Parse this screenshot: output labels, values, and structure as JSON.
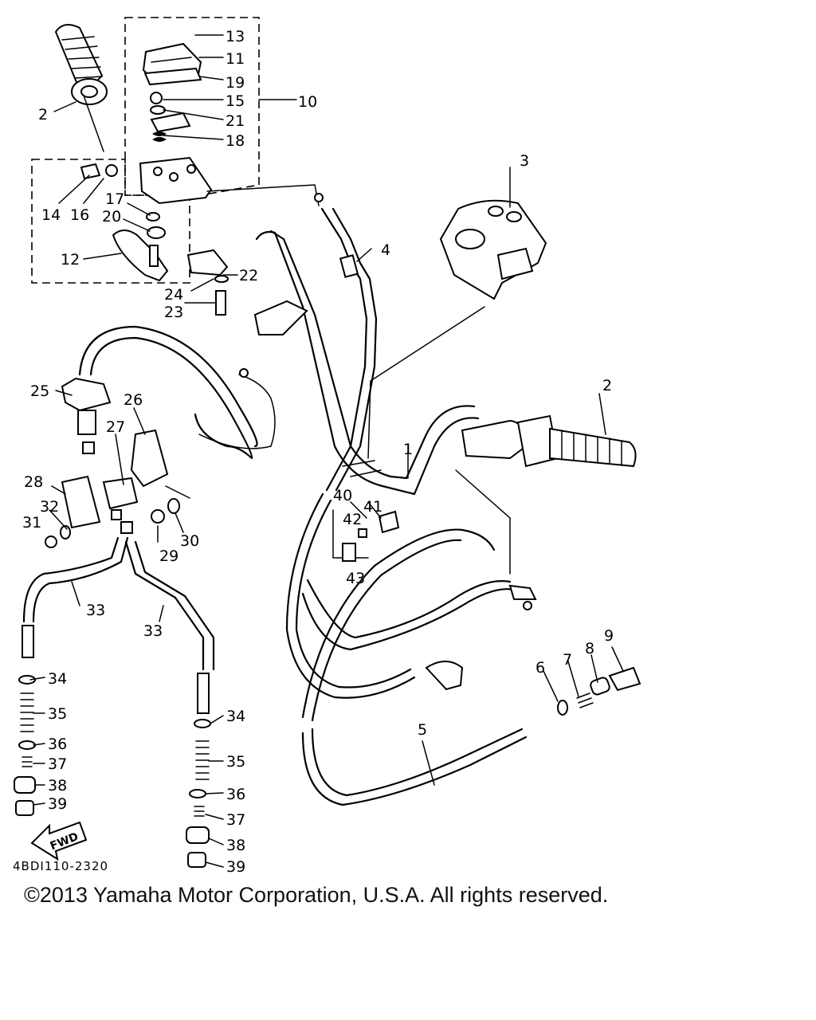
{
  "diagram": {
    "callouts": [
      "1",
      "2",
      "2",
      "3",
      "4",
      "5",
      "6",
      "7",
      "8",
      "9",
      "10",
      "11",
      "12",
      "13",
      "14",
      "15",
      "16",
      "17",
      "18",
      "19",
      "20",
      "21",
      "22",
      "23",
      "24",
      "25",
      "26",
      "27",
      "28",
      "29",
      "30",
      "31",
      "32",
      "33",
      "33",
      "34",
      "34",
      "35",
      "35",
      "36",
      "36",
      "37",
      "37",
      "38",
      "38",
      "39",
      "39",
      "40",
      "41",
      "42",
      "43"
    ],
    "fwd_label": "FWD",
    "drawing_code": "4BDI110-2320"
  },
  "copyright": "©2013 Yamaha Motor Corporation, U.S.A. All rights reserved."
}
